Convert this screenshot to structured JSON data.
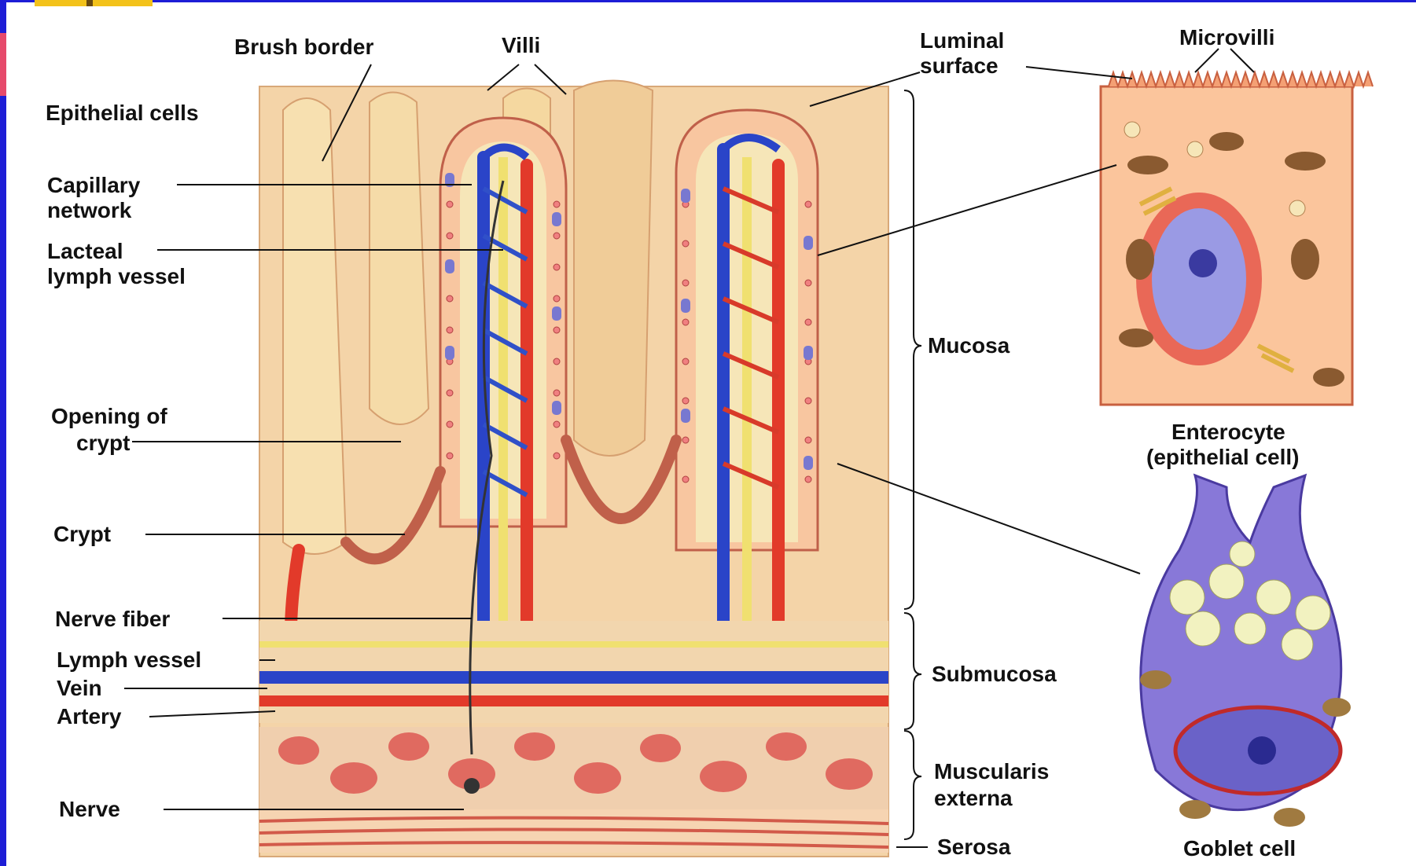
{
  "labels": {
    "brush_border": "Brush border",
    "villi": "Villi",
    "luminal_surface_1": "Luminal",
    "luminal_surface_2": "surface",
    "microvilli": "Microvilli",
    "epithelial_cells": "Epithelial cells",
    "capillary_network_1": "Capillary",
    "capillary_network_2": "network",
    "lacteal_1": "Lacteal",
    "lacteal_2": "lymph vessel",
    "opening_of_crypt_1": "Opening of",
    "opening_of_crypt_2": "crypt",
    "crypt": "Crypt",
    "nerve_fiber": "Nerve fiber",
    "lymph_vessel": "Lymph vessel",
    "vein": "Vein",
    "artery": "Artery",
    "nerve": "Nerve",
    "mucosa": "Mucosa",
    "submucosa": "Submucosa",
    "muscularis_1": "Muscularis",
    "muscularis_2": "externa",
    "serosa": "Serosa",
    "enterocyte_1": "Enterocyte",
    "enterocyte_2": "(epithelial cell)",
    "goblet_cell": "Goblet cell"
  },
  "colors": {
    "frame": "#1d1dd6",
    "tissue": "#f4d4a8",
    "artery": "#e23a2a",
    "vein": "#2a44c8",
    "lymph": "#f2e27a",
    "nucleus": "#8c8ce0",
    "cell_pink": "#f8c4a0",
    "goblet": "#8878d8"
  }
}
